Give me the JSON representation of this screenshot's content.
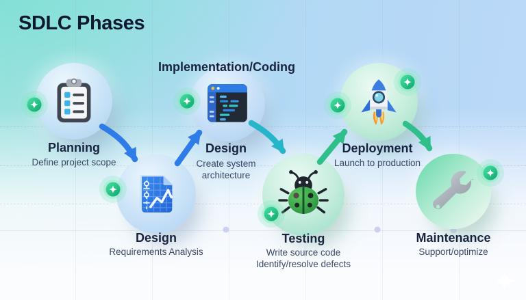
{
  "title": "SDLC Phases",
  "phases": [
    {
      "id": "planning",
      "label": "Planning",
      "desc1": "Define project scope",
      "icon": "clipboard-icon"
    },
    {
      "id": "design",
      "label": "Design",
      "desc1": "Requirements Analysis",
      "icon": "blueprint-document-icon"
    },
    {
      "id": "implementation",
      "top_label": "Implementation/Coding",
      "label": "Design",
      "desc1": "Create system",
      "desc2": "architecture",
      "icon": "code-editor-icon"
    },
    {
      "id": "testing",
      "label": "Testing",
      "desc1": "Write source code",
      "desc2": "Identify/resolve defects",
      "icon": "ladybug-icon"
    },
    {
      "id": "deployment",
      "label": "Deployment",
      "desc1": "Launch to production",
      "icon": "rocket-icon"
    },
    {
      "id": "maintenance",
      "label": "Maintenance",
      "desc1": "Support/optimize",
      "icon": "wrench-icon"
    }
  ],
  "badges": {
    "icon": "sparkle-plus-badge-icon",
    "color": "#17c27f",
    "count": 7
  },
  "watermark": {
    "icon": "sparkle-icon",
    "color": "#ffffff"
  },
  "colors": {
    "title_text": "#0f1a31",
    "label_text": "#18243f",
    "sub_text": "#3a4863",
    "arrow_blue": "#2e7ce8",
    "arrow_teal": "#27b6c9",
    "arrow_green": "#2fbf8a",
    "background_teal": "#7fe0d6",
    "background_blue": "#bcd8f8"
  }
}
